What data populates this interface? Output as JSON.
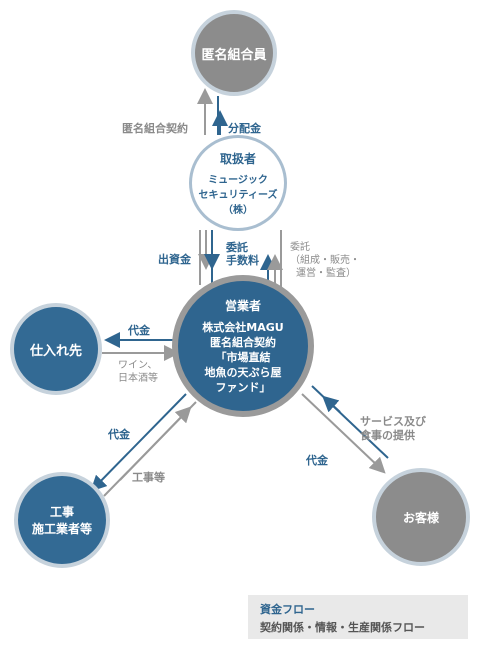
{
  "nodes": {
    "members": "匿名組合員",
    "broker": {
      "title": "取扱者",
      "name": [
        "ミュージック",
        "セキュリティーズ",
        "（株）"
      ]
    },
    "operator": {
      "title": "営業者",
      "lines": [
        "株式会社MAGU",
        "匿名組合契約",
        "「市場直結",
        "地魚の天ぷら屋",
        "ファンド」"
      ]
    },
    "supplier": "仕入れ先",
    "contractor": [
      "工事",
      "施工業者等"
    ],
    "customer": "お客様"
  },
  "labels": {
    "contract": "匿名組合契約",
    "distribution": "分配金",
    "investment": "出資金",
    "fee": [
      "委託",
      "手数料"
    ],
    "entrust": [
      "委託",
      "（組成・販売・",
      "運営・監査）"
    ],
    "supplier_payment": "代金",
    "supplier_goods": [
      "ワイン、",
      "日本酒等"
    ],
    "contractor_payment": "代金",
    "contractor_work": "工事等",
    "customer_service": [
      "サービス及び",
      "食事の提供"
    ],
    "customer_payment": "代金"
  },
  "legend": {
    "money_flow": "資金フロー",
    "contract_flow": "契約関係・情報・生産関係フロー"
  },
  "colors": {
    "money": "#2f658f",
    "contract": "#9a9a9a",
    "node_blue": "#336a94",
    "node_grey": "#8c8c8c"
  }
}
